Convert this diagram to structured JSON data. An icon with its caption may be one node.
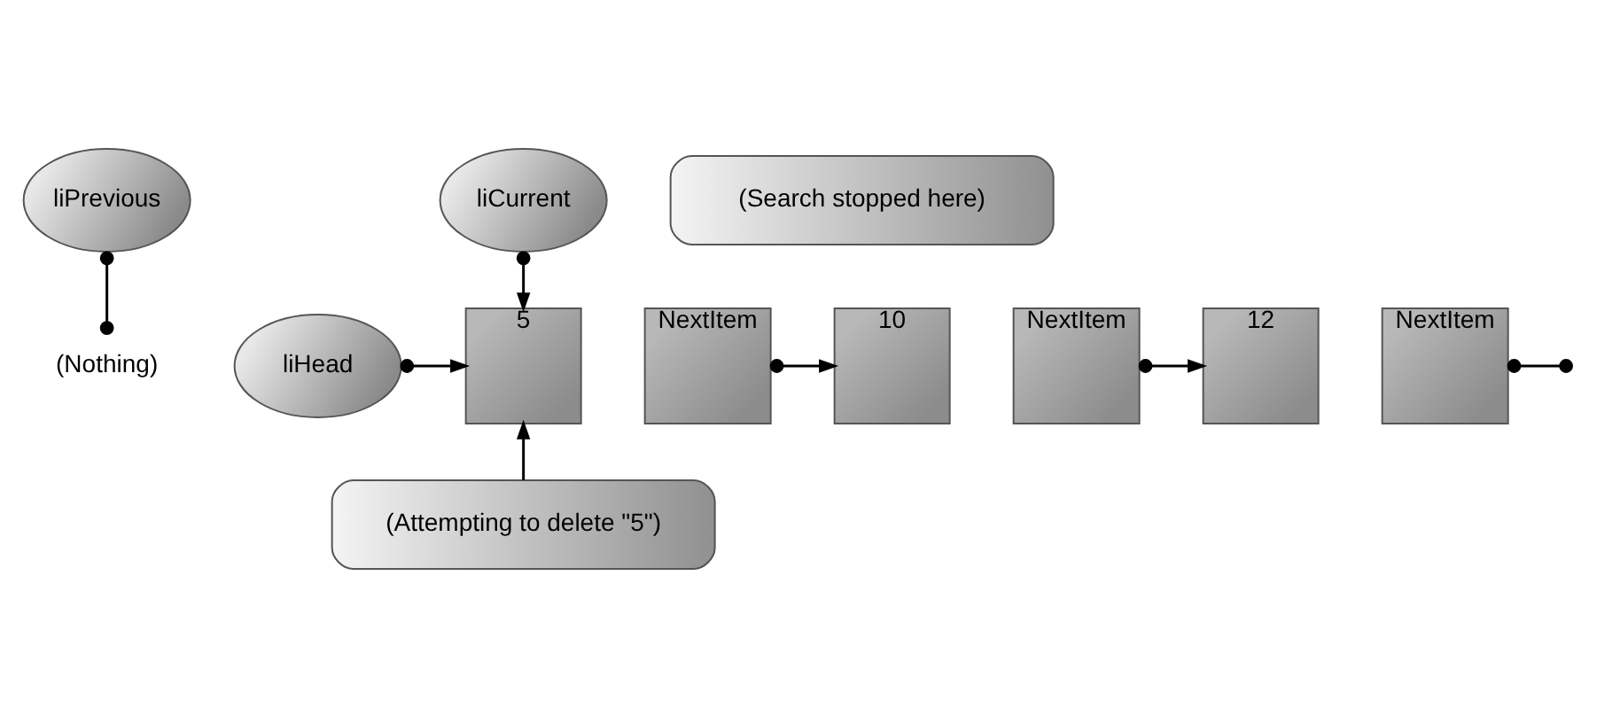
{
  "diagram": {
    "nodes": [
      {
        "text": [
          "liPrevious"
        ]
      },
      {
        "text": [
          "liCurrent"
        ]
      },
      {
        "text": [
          "(Search stopped here)"
        ]
      },
      {
        "text": [
          "(Nothing)"
        ]
      },
      {
        "text": [
          "liHead"
        ]
      },
      {
        "text": [
          "5"
        ]
      },
      {
        "text": [
          "NextItem"
        ]
      },
      {
        "text": [
          "10"
        ]
      },
      {
        "text": [
          "NextItem"
        ]
      },
      {
        "text": [
          "12"
        ]
      },
      {
        "text": [
          "NextItem"
        ]
      },
      {
        "text": [
          "(Attempting to delete \"5\")"
        ]
      }
    ],
    "edges": [
      {
        "from": 0,
        "to": 3,
        "arrow": "other"
      },
      {
        "from": 1,
        "to": 5,
        "arrow": "to"
      },
      {
        "from": 4,
        "to": 5,
        "arrow": "to"
      },
      {
        "from": 6,
        "to": 7,
        "arrow": "to"
      },
      {
        "from": 8,
        "to": 9,
        "arrow": "to"
      },
      {
        "from": 10,
        "to": null,
        "arrow": "other"
      },
      {
        "from": 11,
        "to": 5,
        "arrow": "to"
      }
    ]
  }
}
